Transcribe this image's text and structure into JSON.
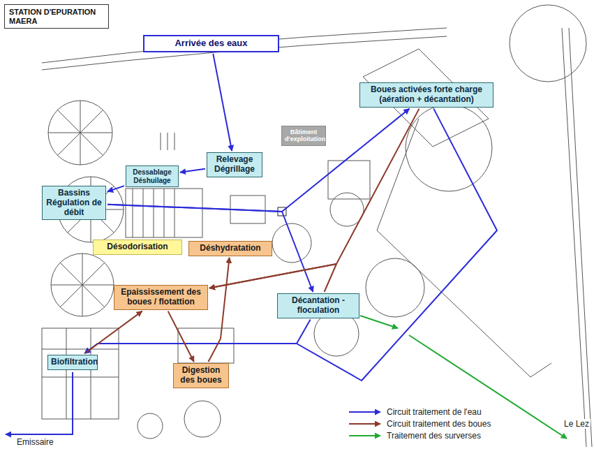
{
  "diagram": {
    "title": "STATION D'EPURATION MAERA",
    "nodes": [
      {
        "text": [
          "Arrivée des eaux"
        ]
      },
      {
        "text": [
          "Relevage Dégrillage"
        ]
      },
      {
        "text": [
          "Dessablage Déshuilage"
        ]
      },
      {
        "text": [
          "Bassins Régulation de débit"
        ]
      },
      {
        "text": [
          "Bâtiment d'exploitation"
        ]
      },
      {
        "text": [
          "Boues activées forte charge (aération + décantation)"
        ]
      },
      {
        "text": [
          "Désodorisation"
        ]
      },
      {
        "text": [
          "Déshydratation"
        ]
      },
      {
        "text": [
          "Epaississement des boues / flotattion"
        ]
      },
      {
        "text": [
          "Décantation - floculation"
        ]
      },
      {
        "text": [
          "Biofiltration"
        ]
      },
      {
        "text": [
          "Digestion des boues"
        ]
      }
    ],
    "edges": [
      {
        "from": 0,
        "to": 1,
        "arrow": "to"
      },
      {
        "from": 1,
        "to": 2,
        "arrow": "to"
      },
      {
        "from": 2,
        "to": 3,
        "arrow": "to"
      },
      {
        "from": 3,
        "to": 5,
        "arrow": "to"
      },
      {
        "from": 3,
        "to": 9,
        "arrow": "to"
      },
      {
        "from": 5,
        "to": 10,
        "arrow": "to"
      },
      {
        "from": 9,
        "to": 10,
        "arrow": "to"
      },
      {
        "from": 5,
        "to": 8,
        "arrow": "to"
      },
      {
        "from": 9,
        "to": 8,
        "arrow": "to"
      },
      {
        "from": 8,
        "to": 11,
        "arrow": "to"
      },
      {
        "from": 11,
        "to": 7,
        "arrow": "to"
      },
      {
        "from": 10,
        "to": 8,
        "arrow": "to"
      }
    ],
    "labels": [
      "Emissaire",
      "Le Lez"
    ],
    "legend": [
      {
        "text": "Circuit traitement de l'eau"
      },
      {
        "text": "Circuit traitement des boues"
      },
      {
        "text": "Traitement des surverses"
      }
    ]
  }
}
